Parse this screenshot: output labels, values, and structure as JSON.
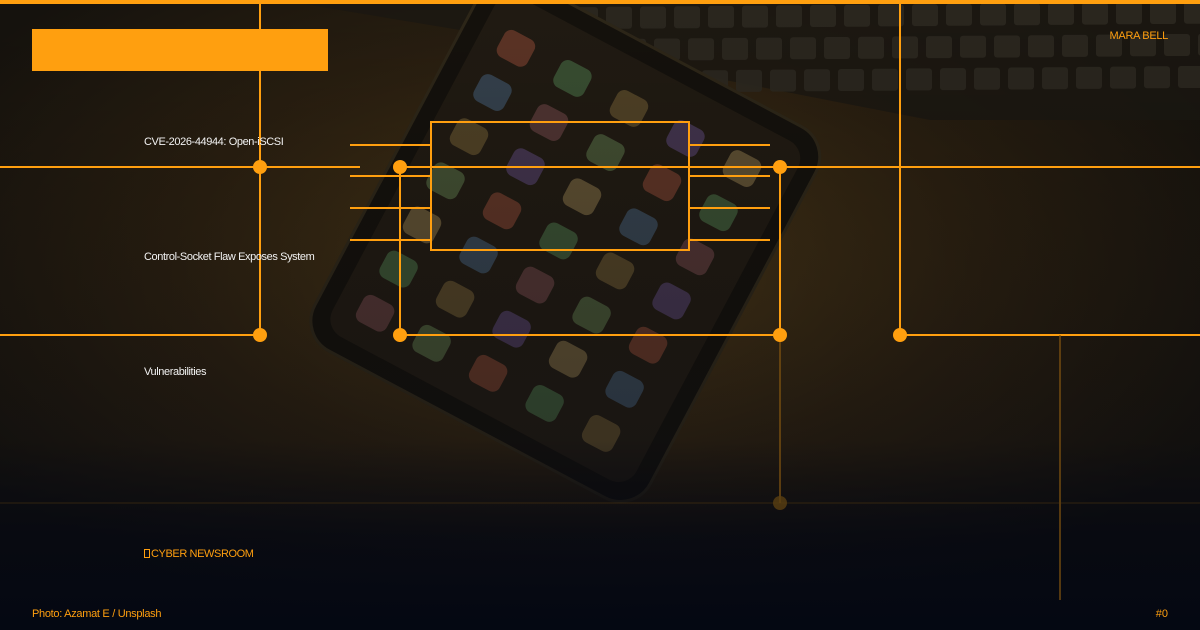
{
  "card": {
    "author": "MARA BELL",
    "headlines": [
      "CVE-2026-44944: Open-iSCSI",
      "Control-Socket Flaw Exposes System",
      "Vulnerabilities"
    ],
    "brand": "CYBER NEWSROOM",
    "brand_icon": "bookmark-icon",
    "photo_credit": "Photo: Azamat E / Unsplash",
    "page_number": "#0"
  },
  "colors": {
    "accent": "#ff9f0f",
    "headline_text": "#f2f2f2",
    "background_dark": "#0b0c10"
  }
}
